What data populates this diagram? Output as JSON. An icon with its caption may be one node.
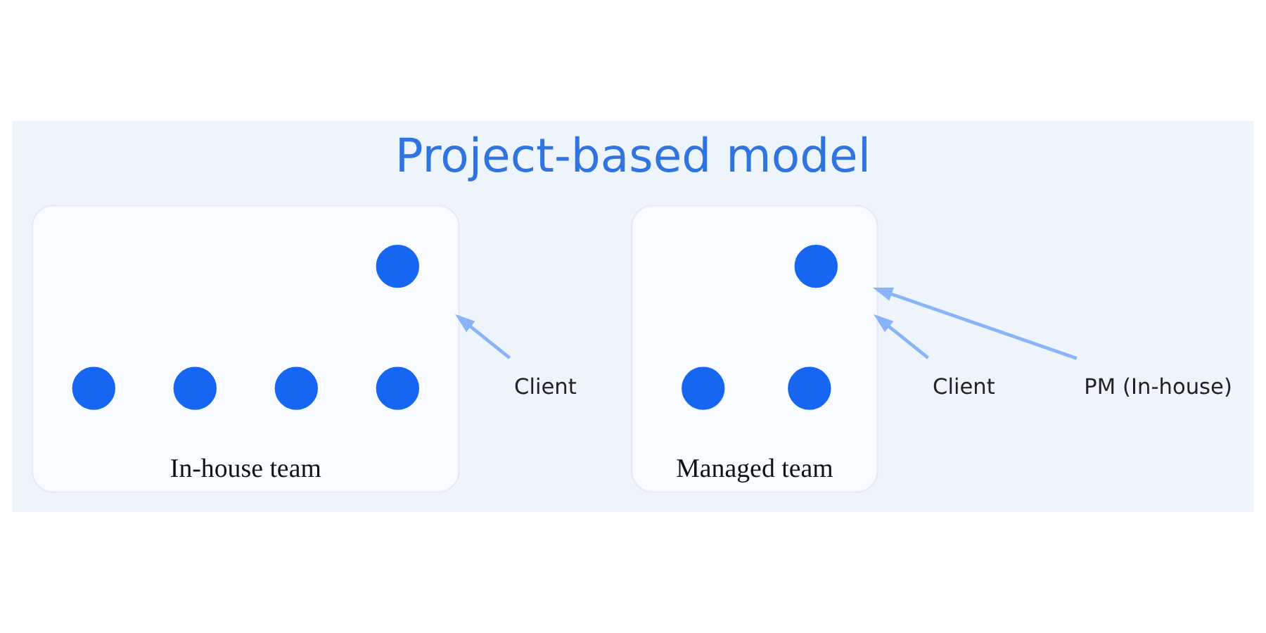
{
  "diagram": {
    "title": "Project-based model",
    "nodes": [
      {
        "text": [
          "In-house team"
        ]
      },
      {
        "text": [],
        "shape": "person",
        "in": 0
      },
      {
        "text": [],
        "shape": "person",
        "in": 0
      },
      {
        "text": [],
        "shape": "person",
        "in": 0
      },
      {
        "text": [],
        "shape": "person",
        "in": 0
      },
      {
        "text": [],
        "shape": "person",
        "in": 0
      },
      {
        "text": [
          "Managed team"
        ]
      },
      {
        "text": [],
        "shape": "person",
        "in": 6
      },
      {
        "text": [],
        "shape": "person",
        "in": 6
      },
      {
        "text": [],
        "shape": "person",
        "in": 6
      },
      {
        "text": [
          "Client"
        ]
      },
      {
        "text": [
          "Client"
        ]
      },
      {
        "text": [
          "PM (In-house)"
        ]
      }
    ],
    "edges": [
      {
        "from": 10,
        "to": 0,
        "arrow": "to"
      },
      {
        "from": 11,
        "to": 6,
        "arrow": "to"
      },
      {
        "from": 12,
        "to": 6,
        "arrow": "to"
      }
    ]
  }
}
